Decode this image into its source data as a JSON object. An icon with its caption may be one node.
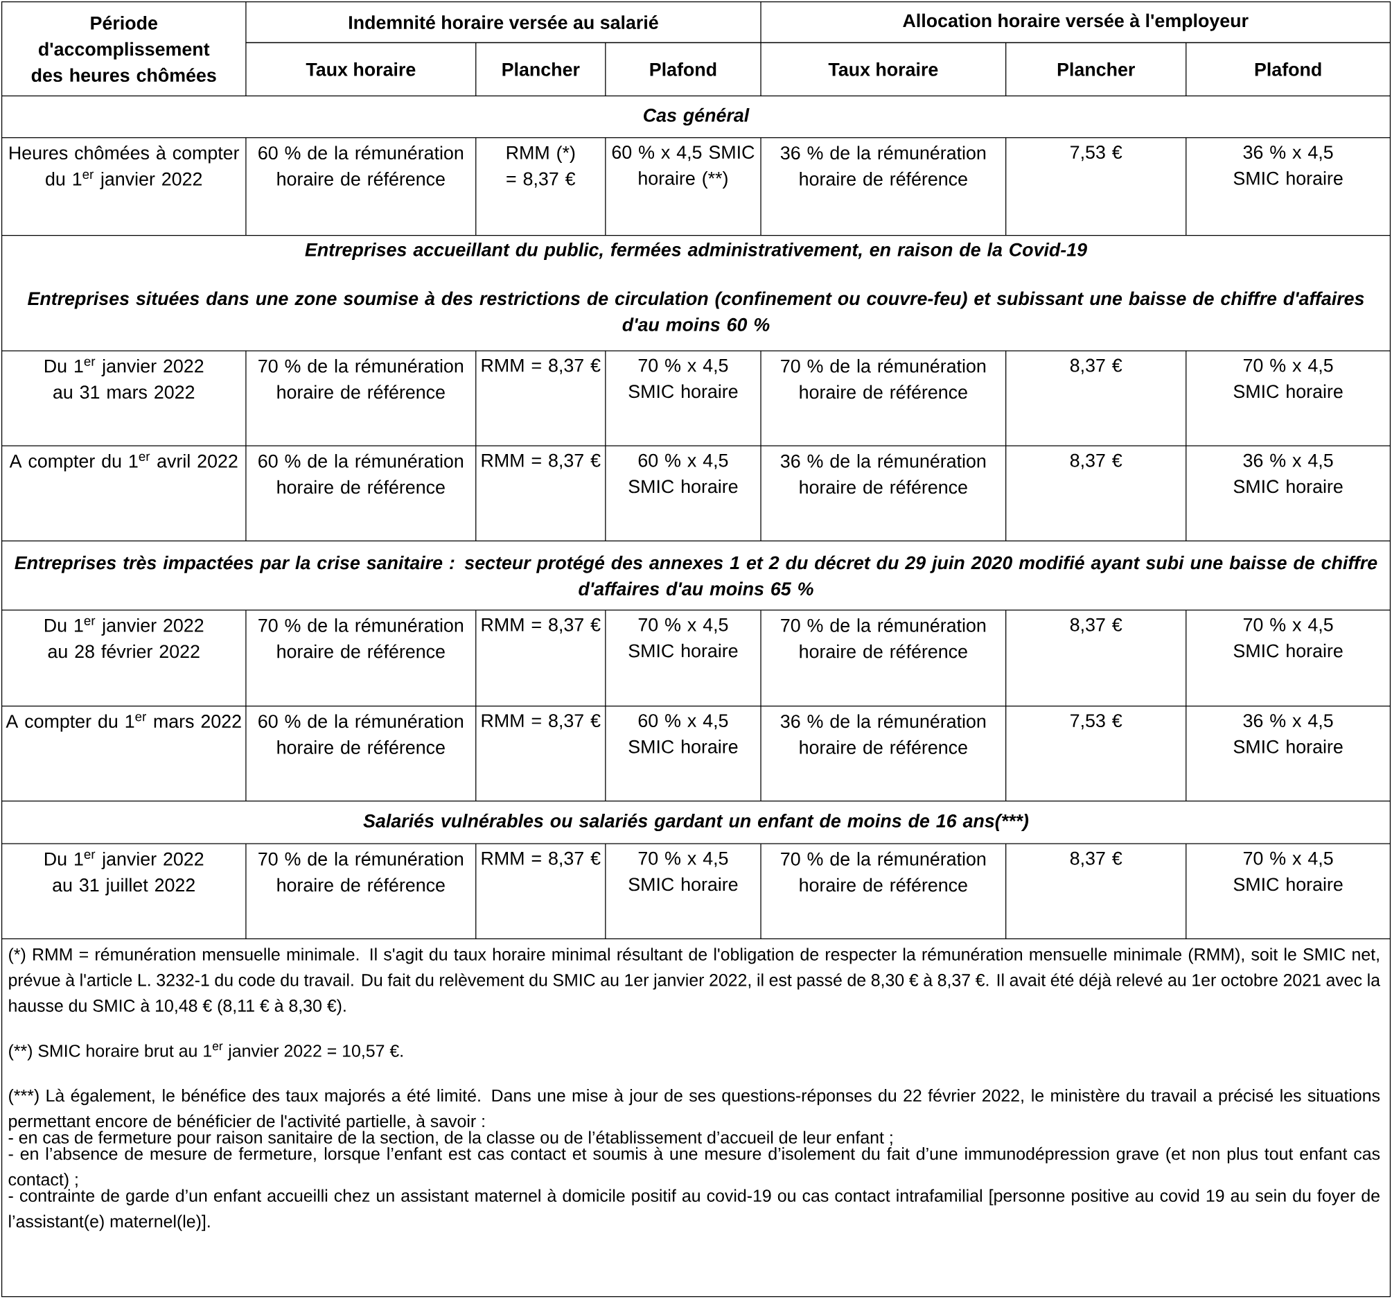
{
  "diagram": {
    "labels": [
      "Période d'accomplissement des heures chômées",
      "Indemnité horaire versée au salarié",
      "Allocation horaire versée à l'employeur",
      "Taux horaire",
      "Plancher",
      "Plafond",
      "Taux horaire",
      "Plancher",
      "Plafond",
      "Cas général",
      "Heures chômées à compter du 1$^{er}$ janvier 2022",
      "60 % de la rémunération horaire de référence",
      "RMM (*) = 8,37 €",
      "60 % x 4,5 SMIC horaire (**)",
      "36 % de la rémunération horaire de référence",
      "7,53 €",
      "36 % x 4,5 SMIC horaire",
      "Entreprises accueillant du public, fermées administrativement, en raison de la Covid-19",
      "Entreprises situées dans une zone soumise à des restrictions de circulation (confinement ou couvre-feu) et subissant une baisse de chiffre d'affaires d'au moins 60 %",
      "Du 1$^{er}$ janvier 2022 au 31 mars 2022",
      "70 % de la rémunération horaire de référence",
      "RMM = 8,37 €",
      "70 % x 4,5 SMIC horaire",
      "70 % de la rémunération horaire de référence",
      "8,37 €",
      "70 % x 4,5 SMIC horaire",
      "A compter du 1$^{er}$ avril 2022",
      "60 % de la rémunération horaire de référence",
      "RMM = 8,37 €",
      "60 % x 4,5 SMIC horaire",
      "36 % de la rémunération horaire de référence",
      "8,37 €",
      "36 % x 4,5 SMIC horaire",
      "Entreprises très impactées par la crise sanitaire : secteur protégé des annexes 1 et 2 du décret du 29 juin 2020 modifié ayant subi une baisse de chiffre d'affaires d'au moins 65 %",
      "Du 1$^{er}$ janvier 2022 au 28 février 2022",
      "70 % de la rémunération horaire de référence",
      "RMM = 8,37 €",
      "70 % x 4,5 SMIC horaire",
      "70 % de la rémunération horaire de référence",
      "8,37 €",
      "70 % x 4,5 SMIC horaire",
      "A compter du 1$^{er}$ mars 2022",
      "60 % de la rémunération horaire de référence",
      "RMM = 8,37 €",
      "60 % x 4,5 SMIC horaire",
      "36 % de la rémunération horaire de référence",
      "7,53 €",
      "36 % x 4,5 SMIC horaire",
      "Salariés vulnérables ou salariés gardant un enfant de moins de 16 ans(***)",
      "Du 1$^{er}$ janvier 2022 au 31 juillet 2022",
      "70 % de la rémunération horaire de référence",
      "RMM = 8,37 €",
      "70 % x 4,5 SMIC horaire",
      "70 % de la rémunération horaire de référence",
      "8,37 €",
      "70 % x 4,5 SMIC horaire",
      "(*) RMM = rémunération mensuelle minimale. Il s'agit du taux horaire minimal résultant de l'obligation de respecter la rémunération mensuelle minimale (RMM), soit le SMIC net, prévue à l'article L. 3232-1 du code du travail. Du fait du relèvement du SMIC au 1er janvier 2022, il est passé de 8,30 € à 8,37 €. Il avait été déjà relevé au 1er octobre 2021 avec la hausse du SMIC à 10,48 € (8,11 € à 8,30 €).",
      "(**) SMIC horaire brut au 1$^{er}$ janvier 2022 = 10,57 €.",
      "(***) Là également, le bénéfice des taux majorés a été limité. Dans une mise à jour de ses questions-réponses du 22 février 2022, le ministère du travail a précisé les situations permettant encore de bénéficier de l'activité partielle, à savoir :",
      "- en cas de fermeture pour raison sanitaire de la section, de la classe ou de l’établissement d’accueil de leur enfant ;",
      "- en l’absence de mesure de fermeture, lorsque l’enfant est cas contact et soumis à une mesure d’isolement du fait d’une immunodépression grave (et non plus tout enfant cas contact) ;",
      "- contrainte de garde d’un enfant accueilli chez un assistant maternel à domicile positif au covid-19 ou cas contact intrafamilial [personne positive au covid 19 au sein du foyer de l’assistant(e) maternel(le)]."
    ]
  }
}
